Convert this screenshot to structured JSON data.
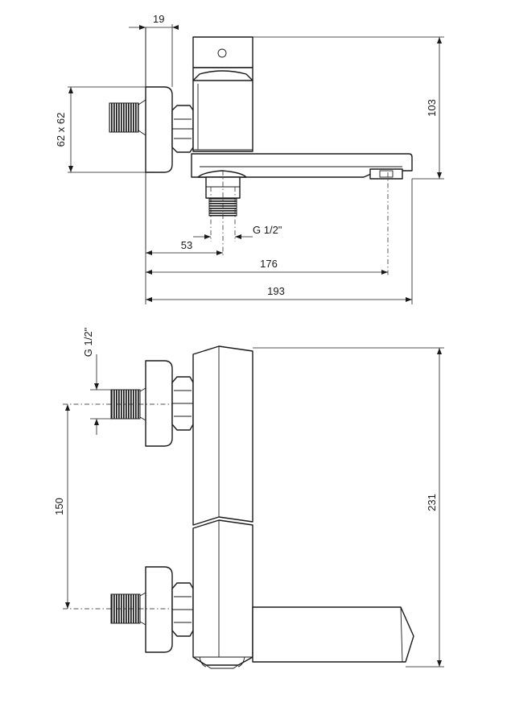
{
  "dimensions": {
    "flange_offset": "19",
    "flange_size": "62 x 62",
    "height_top": "103",
    "outlet_thread": "G 1/2\"",
    "outlet_offset": "53",
    "spout_reach": "176",
    "overall_length": "193",
    "inlet_thread": "G 1/2\"",
    "inlet_spacing": "150",
    "overall_height": "231"
  },
  "colors": {
    "line": "#1a1a1a",
    "background": "#ffffff"
  }
}
